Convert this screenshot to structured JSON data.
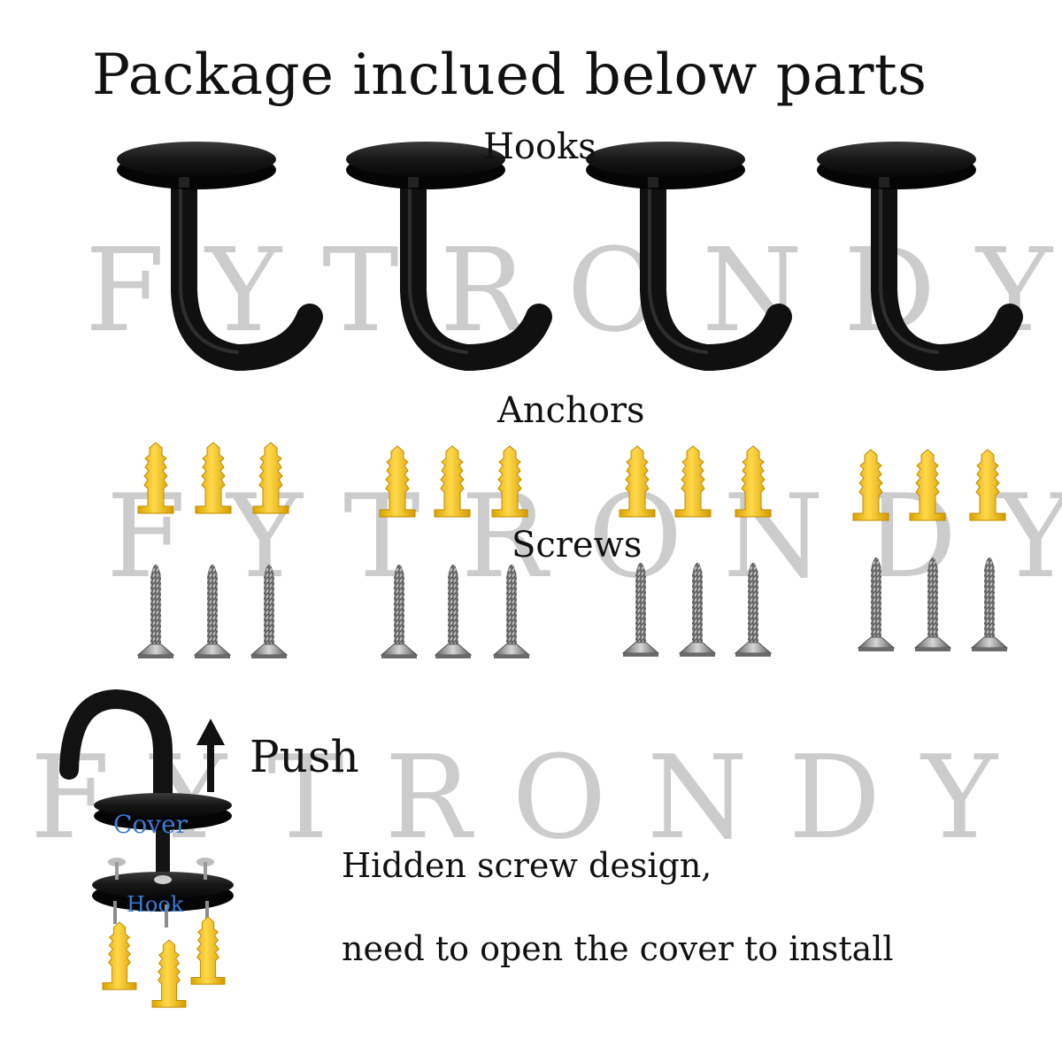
{
  "title": "Package inclued below parts",
  "labels": {
    "hooks": "Hooks",
    "anchors": "Anchors",
    "screws": "Screws"
  },
  "watermark": "FYTRONDY",
  "diagram": {
    "push": "Push",
    "cover": "Cover",
    "hook": "Hook"
  },
  "caption": {
    "line1": "Hidden screw design,",
    "line2": "need to open the cover to install"
  },
  "colors": {
    "hook_black": "#161616",
    "anchor_yellow": "#f2c21b",
    "screw_steel": "#8a8a8a",
    "watermark_gray": "#c4c4c4",
    "label_blue": "#3a7bd5"
  }
}
